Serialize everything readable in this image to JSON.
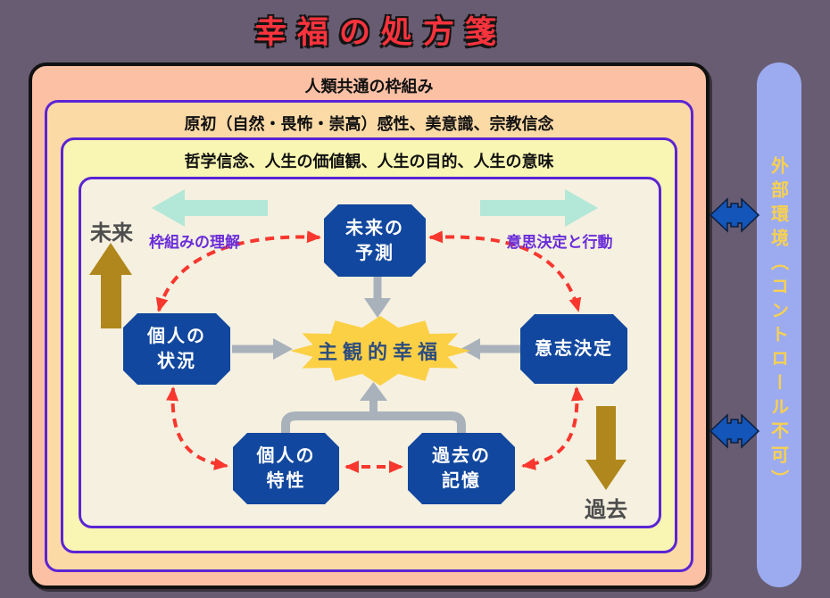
{
  "title": "幸福の処方箋",
  "frames": {
    "humanity": "人類共通の枠組み",
    "primal": "原初（自然・畏怖・崇高）感性、美意識、宗教信念",
    "philosophy": "哲学信念、人生の価値観、人生の目的、人生の意味"
  },
  "diagram": {
    "center_label": "主観的幸福",
    "nodes": {
      "future_prediction": "未来の\n予測",
      "personal_situation": "個人の\n状況",
      "decision_making": "意志決定",
      "personal_traits": "個人の\n特性",
      "past_memories": "過去の\n記憶"
    },
    "flow_labels": {
      "framework_understanding": "枠組みの理解",
      "decision_and_action": "意思決定と行動"
    },
    "time_labels": {
      "future": "未来",
      "past": "過去"
    }
  },
  "side_panel": {
    "label": "外部環境（コントロール不可）"
  },
  "colors": {
    "background": "#685c72",
    "outer_frame": "#fcc0a4",
    "second_frame": "#fcdaa6",
    "third_frame": "#f8f6b2",
    "inner_frame": "#f5f0e0",
    "frame_border": "#5b24d4",
    "node_blue": "#11479e",
    "starburst_yellow": "#fcd045",
    "red_arrow": "#f8372e",
    "teal_arrow": "#b3e7d8",
    "gold_arrow": "#b0871c",
    "gray_arrow": "#a9b2bb",
    "purple_label": "#6a2cd9",
    "title_red": "#fb333d",
    "panel_blue": "#9cabf0",
    "panel_text": "#f8d050",
    "double_arrow_blue": "#1355b8"
  }
}
